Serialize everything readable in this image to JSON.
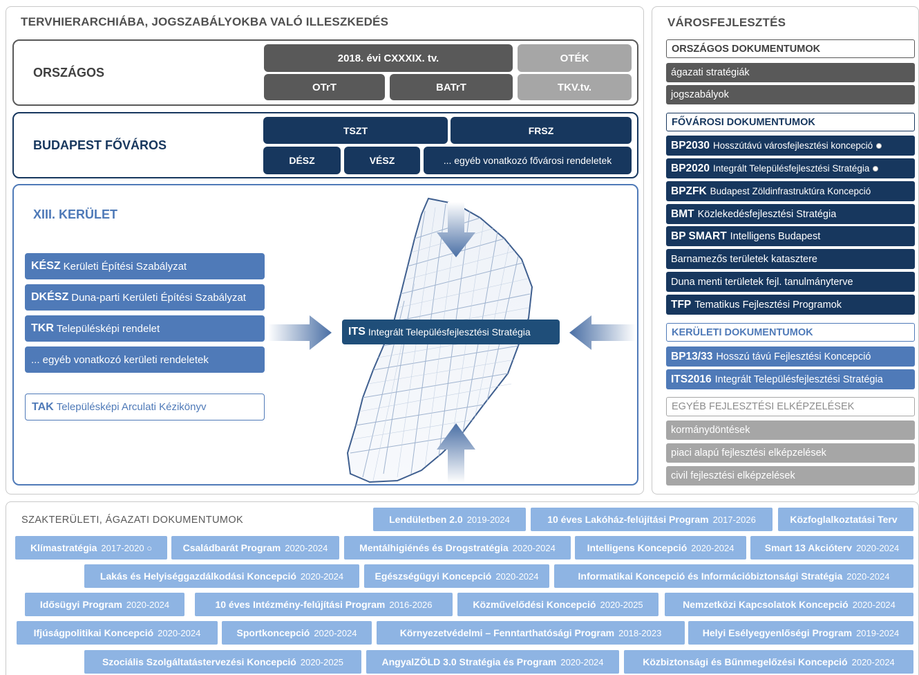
{
  "hier": {
    "title": "TERVHIERARCHIÁBA, JOGSZABÁLYOKBA VALÓ ILLESZKEDÉS",
    "orszagos": {
      "label": "ORSZÁGOS",
      "b1": "2018. évi CXXXIX. tv.",
      "b2": "OTÉK",
      "b3": "OTrT",
      "b4": "BATrT",
      "b5": "TKV.tv."
    },
    "budapest": {
      "label": "BUDAPEST FŐVÁROS",
      "b1": "TSZT",
      "b2": "FRSZ",
      "b3": "DÉSZ",
      "b4": "VÉSZ",
      "b5": "... egyéb vonatkozó fővárosi rendeletek"
    },
    "kerulet": {
      "label": "XIII. KERÜLET",
      "items": [
        {
          "abbr": "KÉSZ",
          "text": "Kerületi Építési Szabályzat"
        },
        {
          "abbr": "DKÉSZ",
          "text": "Duna-parti Kerületi Építési Szabályzat"
        },
        {
          "abbr": "TKR",
          "text": "Településképi rendelet"
        },
        {
          "abbr": "",
          "text": "... egyéb vonatkozó kerületi rendeletek"
        }
      ],
      "tak": {
        "abbr": "TAK",
        "text": "Településképi Arculati Kézikönyv"
      },
      "its": {
        "abbr": "ITS",
        "text": "Integrált Településfejlesztési Stratégia"
      }
    }
  },
  "varos": {
    "title": "VÁROSFEJLESZTÉS",
    "orszagos_head": "ORSZÁGOS DOKUMENTUMOK",
    "orszagos_items": [
      "ágazati stratégiák",
      "jogszabályok"
    ],
    "fovarosi_head": "FŐVÁROSI DOKUMENTUMOK",
    "fovarosi_items": [
      {
        "abbr": "BP2030",
        "text": "Hosszútávú városfejlesztési koncepció",
        "bullet": "●"
      },
      {
        "abbr": "BP2020",
        "text": "Integrált Településfejlesztési Stratégia",
        "bullet": "●"
      },
      {
        "abbr": "BPZFK",
        "text": "Budapest Zöldinfrastruktúra Koncepció",
        "bullet": ""
      },
      {
        "abbr": "BMT",
        "text": "Közlekedésfejlesztési Stratégia",
        "bullet": ""
      },
      {
        "abbr": "BP SMART",
        "text": "Intelligens Budapest",
        "bullet": ""
      },
      {
        "abbr": "",
        "text": "Barnamezős területek katasztere",
        "bullet": ""
      },
      {
        "abbr": "",
        "text": "Duna menti területek fejl. tanulmányterve",
        "bullet": ""
      },
      {
        "abbr": "TFP",
        "text": "Tematikus Fejlesztési Programok",
        "bullet": ""
      }
    ],
    "keruleti_head": "KERÜLETI DOKUMENTUMOK",
    "keruleti_items": [
      {
        "abbr": "BP13/33",
        "text": "Hosszú távú Fejlesztési Koncepció"
      },
      {
        "abbr": "ITS2016",
        "text": "Integrált Településfejlesztési Stratégia"
      }
    ],
    "egyeb_head": "EGYÉB FEJLESZTÉSI ELKÉPZELÉSEK",
    "egyeb_items": [
      "kormánydöntések",
      "piaci alapú fejlesztési elképzelések",
      "civil fejlesztési elképzelések"
    ]
  },
  "szak": {
    "title": "SZAKTERÜLETI, ÁGAZATI DOKUMENTUMOK",
    "rows": [
      [
        {
          "name": "Lendületben 2.0",
          "year": "2019-2024"
        },
        {
          "name": "10 éves Lakóház-felújítási Program",
          "year": "2017-2026"
        },
        {
          "name": "Közfoglalkoztatási Terv",
          "year": ""
        }
      ],
      [
        {
          "name": "Klímastratégia",
          "year": "2017-2020 ○"
        },
        {
          "name": "Családbarát Program",
          "year": "2020-2024"
        },
        {
          "name": "Mentálhigiénés és Drogstratégia",
          "year": "2020-2024"
        },
        {
          "name": "Intelligens Koncepció",
          "year": "2020-2024"
        },
        {
          "name": "Smart 13 Akcióterv",
          "year": "2020-2024"
        }
      ],
      [
        {
          "name": "Lakás és Helyiséggazdálkodási Koncepció",
          "year": "2020-2024"
        },
        {
          "name": "Egészségügyi Koncepció",
          "year": "2020-2024"
        },
        {
          "name": "Informatikai Koncepció és Információbiztonsági Stratégia",
          "year": "2020-2024"
        }
      ],
      [
        {
          "name": "Idősügyi Program",
          "year": "2020-2024"
        },
        {
          "name": "10 éves Intézmény-felújítási Program",
          "year": "2016-2026"
        },
        {
          "name": "Közművelődési Koncepció",
          "year": "2020-2025"
        },
        {
          "name": "Nemzetközi Kapcsolatok Koncepció",
          "year": "2020-2024"
        }
      ],
      [
        {
          "name": "Ifjúságpolitikai Koncepció",
          "year": "2020-2024"
        },
        {
          "name": "Sportkoncepció",
          "year": "2020-2024"
        },
        {
          "name": "Környezetvédelmi – Fenntarthatósági Program",
          "year": "2018-2023"
        },
        {
          "name": "Helyi Esélyegyenlőségi Program",
          "year": "2019-2024"
        }
      ],
      [
        {
          "name": "Szociális Szolgáltatástervezési Koncepció",
          "year": "2020-2025"
        },
        {
          "name": "AngyalZÖLD 3.0 Stratégia és Program",
          "year": "2020-2024"
        },
        {
          "name": "Közbiztonsági és Bűnmegelőzési Koncepció",
          "year": "2020-2024"
        }
      ]
    ]
  },
  "colors": {
    "navy": "#17375e",
    "blue": "#4f7ab8",
    "lightblue": "#8eb4e3",
    "dark": "#595959",
    "grey": "#a6a6a6"
  }
}
